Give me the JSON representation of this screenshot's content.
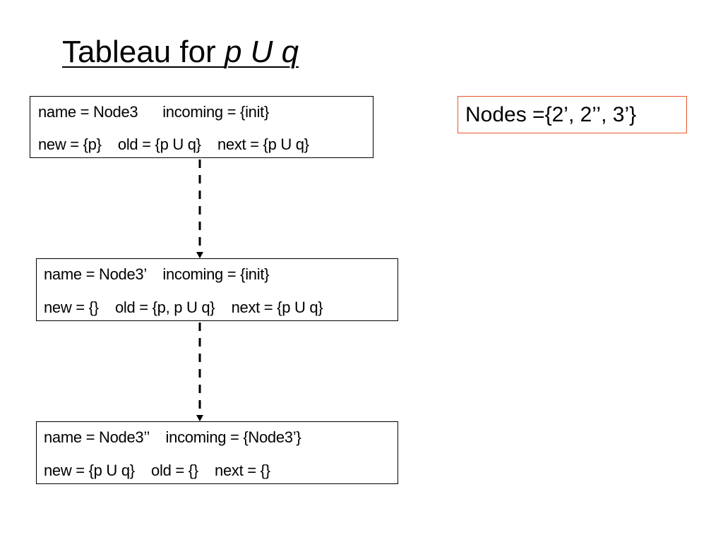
{
  "title": {
    "text": "Tableau for ",
    "formula": "p U q"
  },
  "nodes_set": "Nodes ={2’, 2’’, 3’}",
  "nodes": [
    {
      "row1": "name = Node3      incoming = {init}",
      "row2": "new = {p}    old = {p U q}    next = {p U q}"
    },
    {
      "row1": "name = Node3’    incoming = {init}",
      "row2": "new = {}    old = {p, p U q}    next = {p U q}"
    },
    {
      "row1": "name = Node3’’    incoming = {Node3’}",
      "row2": "new = {p U q}    old = {}    next = {}"
    }
  ],
  "colors": {
    "line": "#000000",
    "set_border": "#e8592a"
  }
}
